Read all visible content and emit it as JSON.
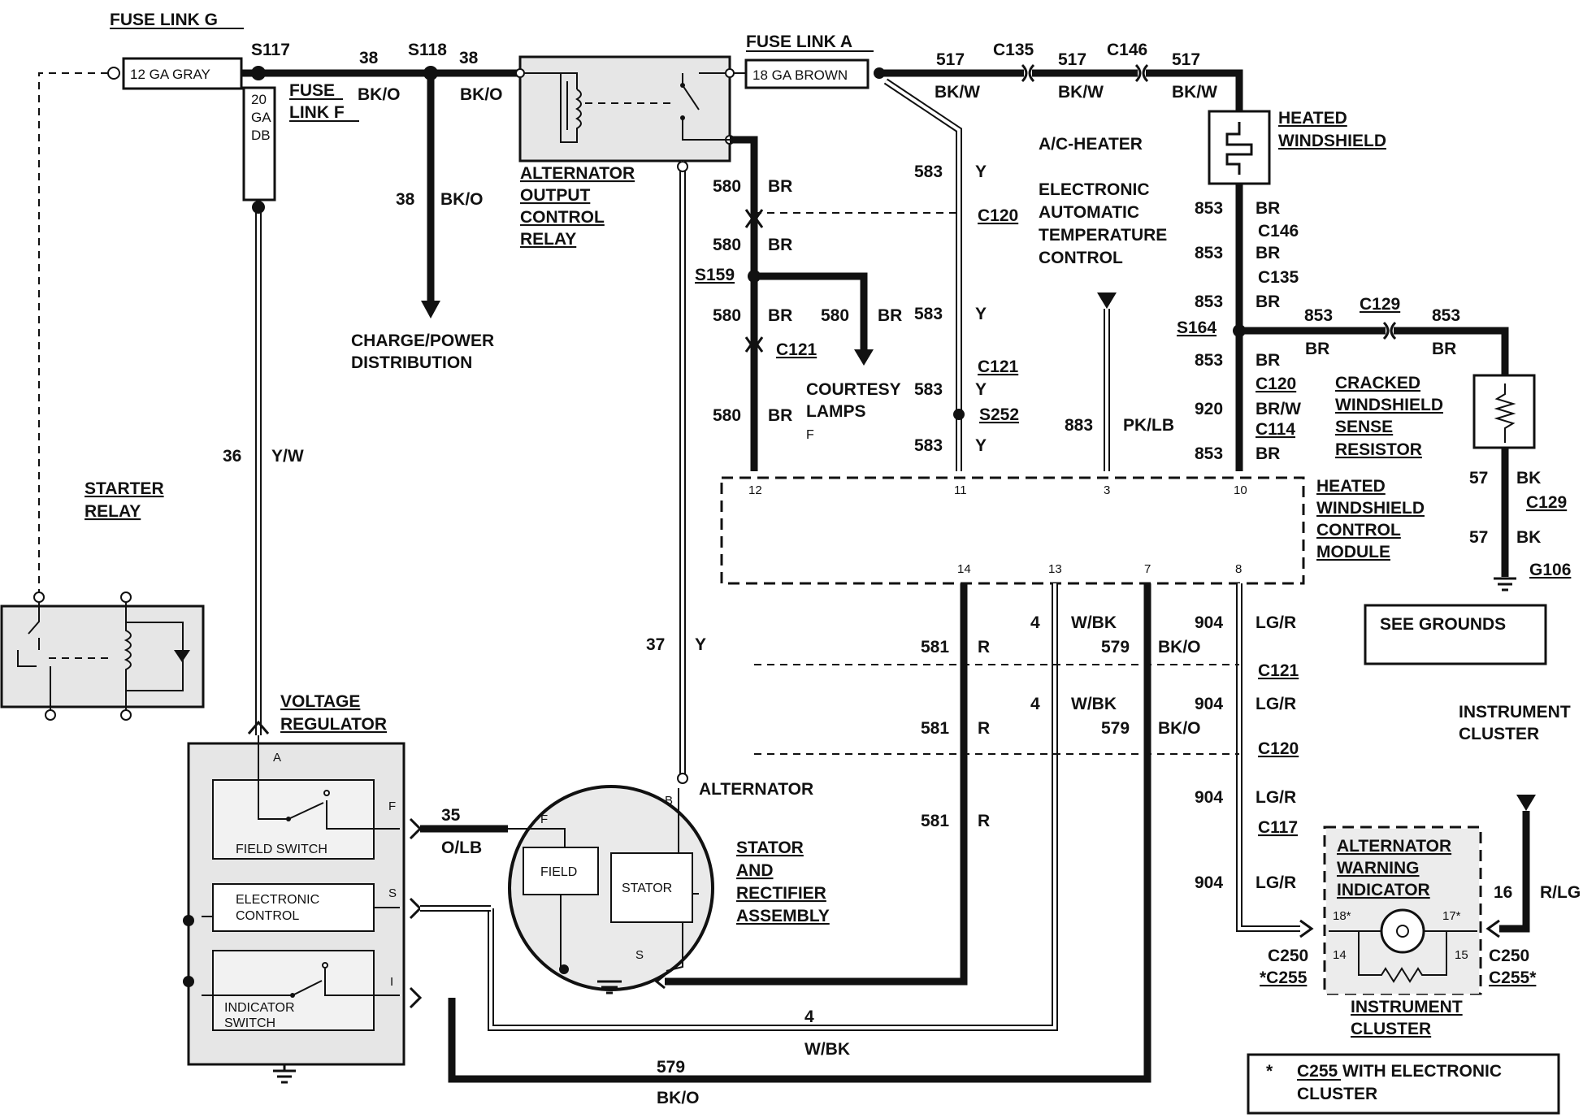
{
  "components": {
    "fuse_link_g": "FUSE LINK G",
    "fuse_link_g_rating": "12 GA GRAY",
    "fuse_link_f": [
      "FUSE",
      "LINK F"
    ],
    "fuse_link_f_rating": [
      "20",
      "GA",
      "DB"
    ],
    "fuse_link_a": "FUSE LINK A",
    "fuse_link_a_rating": "18 GA BROWN",
    "alternator_relay": [
      "ALTERNATOR",
      "OUTPUT",
      "CONTROL",
      "RELAY"
    ],
    "charge_power": [
      "CHARGE/POWER",
      "DISTRIBUTION"
    ],
    "heated_windshield": [
      "HEATED",
      "WINDSHIELD"
    ],
    "ac_heater": "A/C-HEATER",
    "eatc": [
      "ELECTRONIC",
      "AUTOMATIC",
      "TEMPERATURE",
      "CONTROL"
    ],
    "courtesy_lamps": [
      "COURTESY",
      "LAMPS"
    ],
    "courtesy_f": "F",
    "cracked_sense": [
      "CRACKED",
      "WINDSHIELD",
      "SENSE",
      "RESISTOR"
    ],
    "hw_module": [
      "HEATED",
      "WINDSHIELD",
      "CONTROL",
      "MODULE"
    ],
    "see_grounds": "SEE GROUNDS",
    "starter_relay": [
      "STARTER",
      "RELAY"
    ],
    "voltage_regulator": [
      "VOLTAGE",
      "REGULATOR"
    ],
    "field_switch": "FIELD SWITCH",
    "electronic_control": [
      "ELECTRONIC",
      "CONTROL"
    ],
    "indicator_switch": [
      "INDICATOR",
      "SWITCH"
    ],
    "alternator": "ALTERNATOR",
    "field": "FIELD",
    "stator": "STATOR",
    "stator_rect": [
      "STATOR",
      "AND",
      "RECTIFIER",
      "ASSEMBLY"
    ],
    "instrument_cluster_top": [
      "INSTRUMENT",
      "CLUSTER"
    ],
    "alt_warning": [
      "ALTERNATOR",
      "WARNING",
      "INDICATOR"
    ],
    "instrument_cluster_bottom": [
      "INSTRUMENT",
      "CLUSTER"
    ],
    "footnote_star": "*",
    "footnote": [
      "C255 WITH ELECTRONIC",
      "CLUSTER"
    ]
  },
  "splices": {
    "s117": "S117",
    "s118": "S118",
    "s159": "S159",
    "s164": "S164",
    "s252": "S252"
  },
  "connectors": {
    "c135": "C135",
    "c146": "C146",
    "c120": "C120",
    "c121": "C121",
    "c129": "C129",
    "c114": "C114",
    "c117": "C117",
    "c250": "C250",
    "c255s": "*C255",
    "c255": "C255*",
    "g106": "G106"
  },
  "wires": {
    "w38": "38",
    "bko": "BK/O",
    "w517": "517",
    "bkw": "BK/W",
    "w580": "580",
    "br": "BR",
    "w583": "583",
    "y": "Y",
    "w853": "853",
    "w920": "920",
    "brw": "BR/W",
    "w883": "883",
    "pklb": "PK/LB",
    "w57": "57",
    "bk": "BK",
    "w36": "36",
    "yw": "Y/W",
    "w37": "37",
    "w35": "35",
    "olb": "O/LB",
    "w4": "4",
    "wbk": "W/BK",
    "w579": "579",
    "w581": "581",
    "r": "R",
    "w904": "904",
    "lgr": "LG/R",
    "w16": "16",
    "rlg": "R/LG"
  },
  "pins": {
    "p12": "12",
    "p11": "11",
    "p3": "3",
    "p10": "10",
    "p14": "14",
    "p13": "13",
    "p7": "7",
    "p8": "8",
    "pA": "A",
    "pF": "F",
    "pS": "S",
    "pI": "I",
    "altF": "F",
    "altB": "B",
    "altS": "S",
    "ic18": "18*",
    "ic17": "17*",
    "ic14": "14",
    "ic15": "15"
  }
}
